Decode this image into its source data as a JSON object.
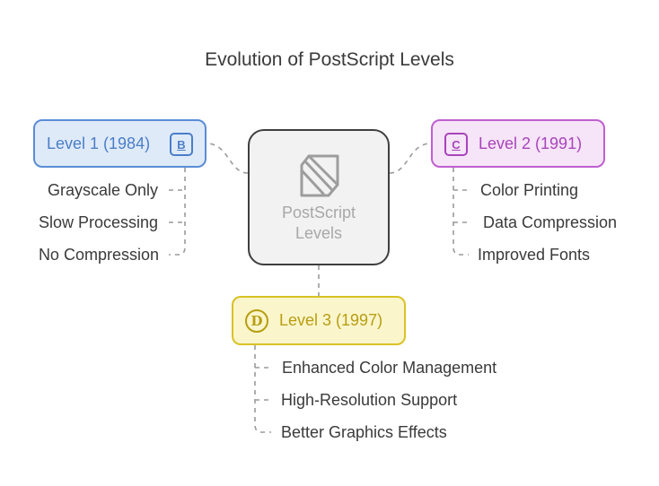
{
  "title": "Evolution of PostScript Levels",
  "center": {
    "line1": "PostScript",
    "line2": "Levels",
    "icon": "postscript-document-icon"
  },
  "level1": {
    "label": "Level 1 (1984)",
    "icon_letter": "B",
    "color": "#4a7ec8",
    "items": [
      "Grayscale Only",
      "Slow Processing",
      "No Compression"
    ]
  },
  "level2": {
    "label": "Level 2 (1991)",
    "icon_letter": "C",
    "color": "#a844bb",
    "items": [
      "Color Printing",
      "Data Compression",
      "Improved Fonts"
    ]
  },
  "level3": {
    "label": "Level 3 (1997)",
    "icon_letter": "D",
    "color": "#b79e10",
    "items": [
      "Enhanced Color Management",
      "High-Resolution Support",
      "Better Graphics Effects"
    ]
  }
}
